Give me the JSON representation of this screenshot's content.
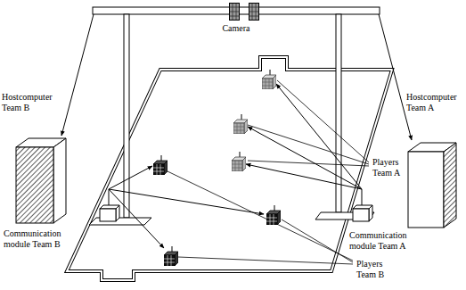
{
  "diagram": {
    "labels": [
      "Camera",
      "Hostcomputer Team B",
      "Hostcomputer Team A",
      "Communication module Team B",
      "Communication module Team A",
      "Players Team A",
      "Players Team B"
    ]
  }
}
